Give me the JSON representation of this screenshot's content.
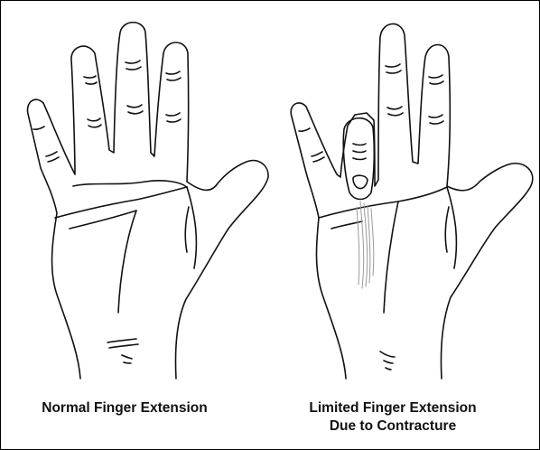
{
  "captions": {
    "left": "Normal Finger Extension",
    "right_line1": "Limited Finger Extension",
    "right_line2": "Due to Contracture"
  },
  "figures": [
    {
      "name": "normal-hand",
      "finger_state": "all fingers extended"
    },
    {
      "name": "contracture-hand",
      "finger_state": "ring finger flexed toward palm with cord in palm"
    }
  ],
  "colors": {
    "ink": "#111111",
    "cord": "#9a9a9a",
    "background": "#ffffff",
    "border": "#000000"
  }
}
